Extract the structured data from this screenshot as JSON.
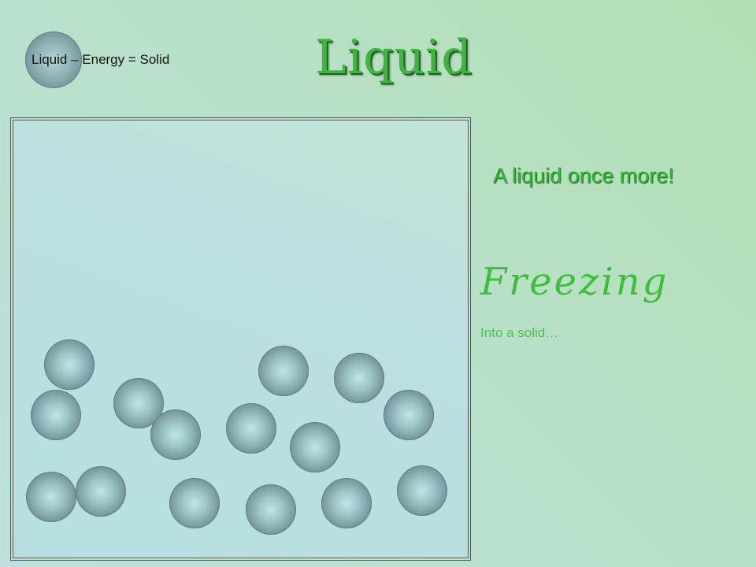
{
  "header": {
    "equation": "Liquid – Energy = Solid",
    "title": "Liquid"
  },
  "caption": "A liquid once more!",
  "phase": {
    "name": "Freezing",
    "subtitle": "Into a solid…"
  },
  "colors": {
    "title_green": "#3fb53f",
    "particle_steel": "#6e8f95",
    "background_mint": "#b8e0c8"
  }
}
